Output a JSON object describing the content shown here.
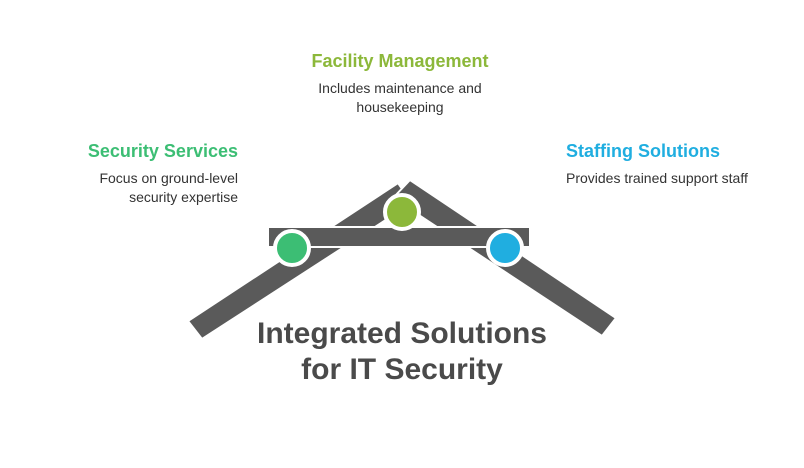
{
  "title": "Integrated Solutions for IT Security",
  "colors": {
    "beam": "#5a5a5a",
    "beam_stroke": "#ffffff",
    "green": "#3cbe74",
    "olive": "#8cb83a",
    "blue": "#20aee0"
  },
  "items": [
    {
      "heading": "Security Services",
      "description": "Focus on ground-level security expertise",
      "color": "#3cbe74"
    },
    {
      "heading": "Facility Management",
      "description": "Includes maintenance and housekeeping",
      "color": "#8cb83a"
    },
    {
      "heading": "Staffing Solutions",
      "description": "Provides trained support staff",
      "color": "#20aee0"
    }
  ]
}
